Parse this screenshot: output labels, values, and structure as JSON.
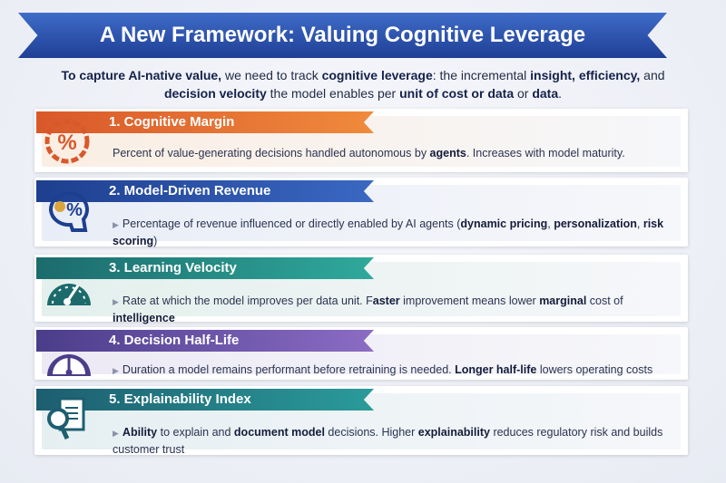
{
  "title": "A New Framework: Valuing Cognitive Leverage",
  "intro": [
    {
      "t": "To capture AI-native value,",
      "b": true
    },
    {
      "t": " we need to track ",
      "b": false
    },
    {
      "t": "cognitive leverage",
      "b": true
    },
    {
      "t": ": the incremental ",
      "b": false
    },
    {
      "t": "insight, efficiency,",
      "b": true
    },
    {
      "t": " and ",
      "b": false
    },
    {
      "t": "decision velocity",
      "b": true
    },
    {
      "t": " the model enables per ",
      "b": false
    },
    {
      "t": "unit of cost or data",
      "b": true
    },
    {
      "t": " or ",
      "b": false
    },
    {
      "t": "data",
      "b": true
    },
    {
      "t": ".",
      "b": false
    }
  ],
  "cards": [
    {
      "title": "1. Cognitive Margin",
      "icon": "percent-gear-icon",
      "color": "#d9582a",
      "color2": "#f08a3c",
      "bg": "#fbeee2",
      "arrow": false,
      "desc": [
        {
          "t": "Percent of value-generating decisions handled autonomous by ",
          "b": false
        },
        {
          "t": "agents",
          "b": true
        },
        {
          "t": ". Increases with model maturity.",
          "b": false
        }
      ]
    },
    {
      "title": "2. Model-Driven Revenue",
      "icon": "brain-percent-icon",
      "color": "#1e3f8f",
      "color2": "#3a68c2",
      "bg": "#e8edf7",
      "arrow": true,
      "desc": [
        {
          "t": "Percentage of revenue influenced or directly enabled by AI agents (",
          "b": false
        },
        {
          "t": "dynamic pricing",
          "b": true
        },
        {
          "t": ", ",
          "b": false
        },
        {
          "t": "personalization",
          "b": true
        },
        {
          "t": ", ",
          "b": false
        },
        {
          "t": "risk scoring",
          "b": true
        },
        {
          "t": ")",
          "b": false
        }
      ]
    },
    {
      "title": "3. Learning Velocity",
      "icon": "speedometer-icon",
      "color": "#1c6b6c",
      "color2": "#2fa99b",
      "bg": "#e3f0ec",
      "arrow": true,
      "desc": [
        {
          "t": "Rate at which the model improves per data unit. F",
          "b": false
        },
        {
          "t": "aster",
          "b": true
        },
        {
          "t": " improvement means lower ",
          "b": false
        },
        {
          "t": "marginal",
          "b": true
        },
        {
          "t": " cost of ",
          "b": false
        },
        {
          "t": "intelligence",
          "b": true
        }
      ]
    },
    {
      "title": "4. Decision Half-Life",
      "icon": "gauge-icon",
      "color": "#4b3d8a",
      "color2": "#8b6cc4",
      "bg": "#ece9f5",
      "arrow": true,
      "desc": [
        {
          "t": "Duration a model remains performant before retraining is needed. ",
          "b": false
        },
        {
          "t": "Longer half-life",
          "b": true
        },
        {
          "t": " lowers operating costs",
          "b": false
        }
      ]
    },
    {
      "title": "5. Explainability Index",
      "icon": "document-magnifier-icon",
      "color": "#1d5e70",
      "color2": "#2a9b9a",
      "bg": "#e5eff2",
      "arrow": true,
      "desc": [
        {
          "t": "Ability",
          "b": true
        },
        {
          "t": " to explain and ",
          "b": false
        },
        {
          "t": "document model",
          "b": true
        },
        {
          "t": " decisions. Higher ",
          "b": false
        },
        {
          "t": "explainability",
          "b": true
        },
        {
          "t": " reduces regulatory risk and builds customer trust",
          "b": false
        }
      ]
    }
  ]
}
